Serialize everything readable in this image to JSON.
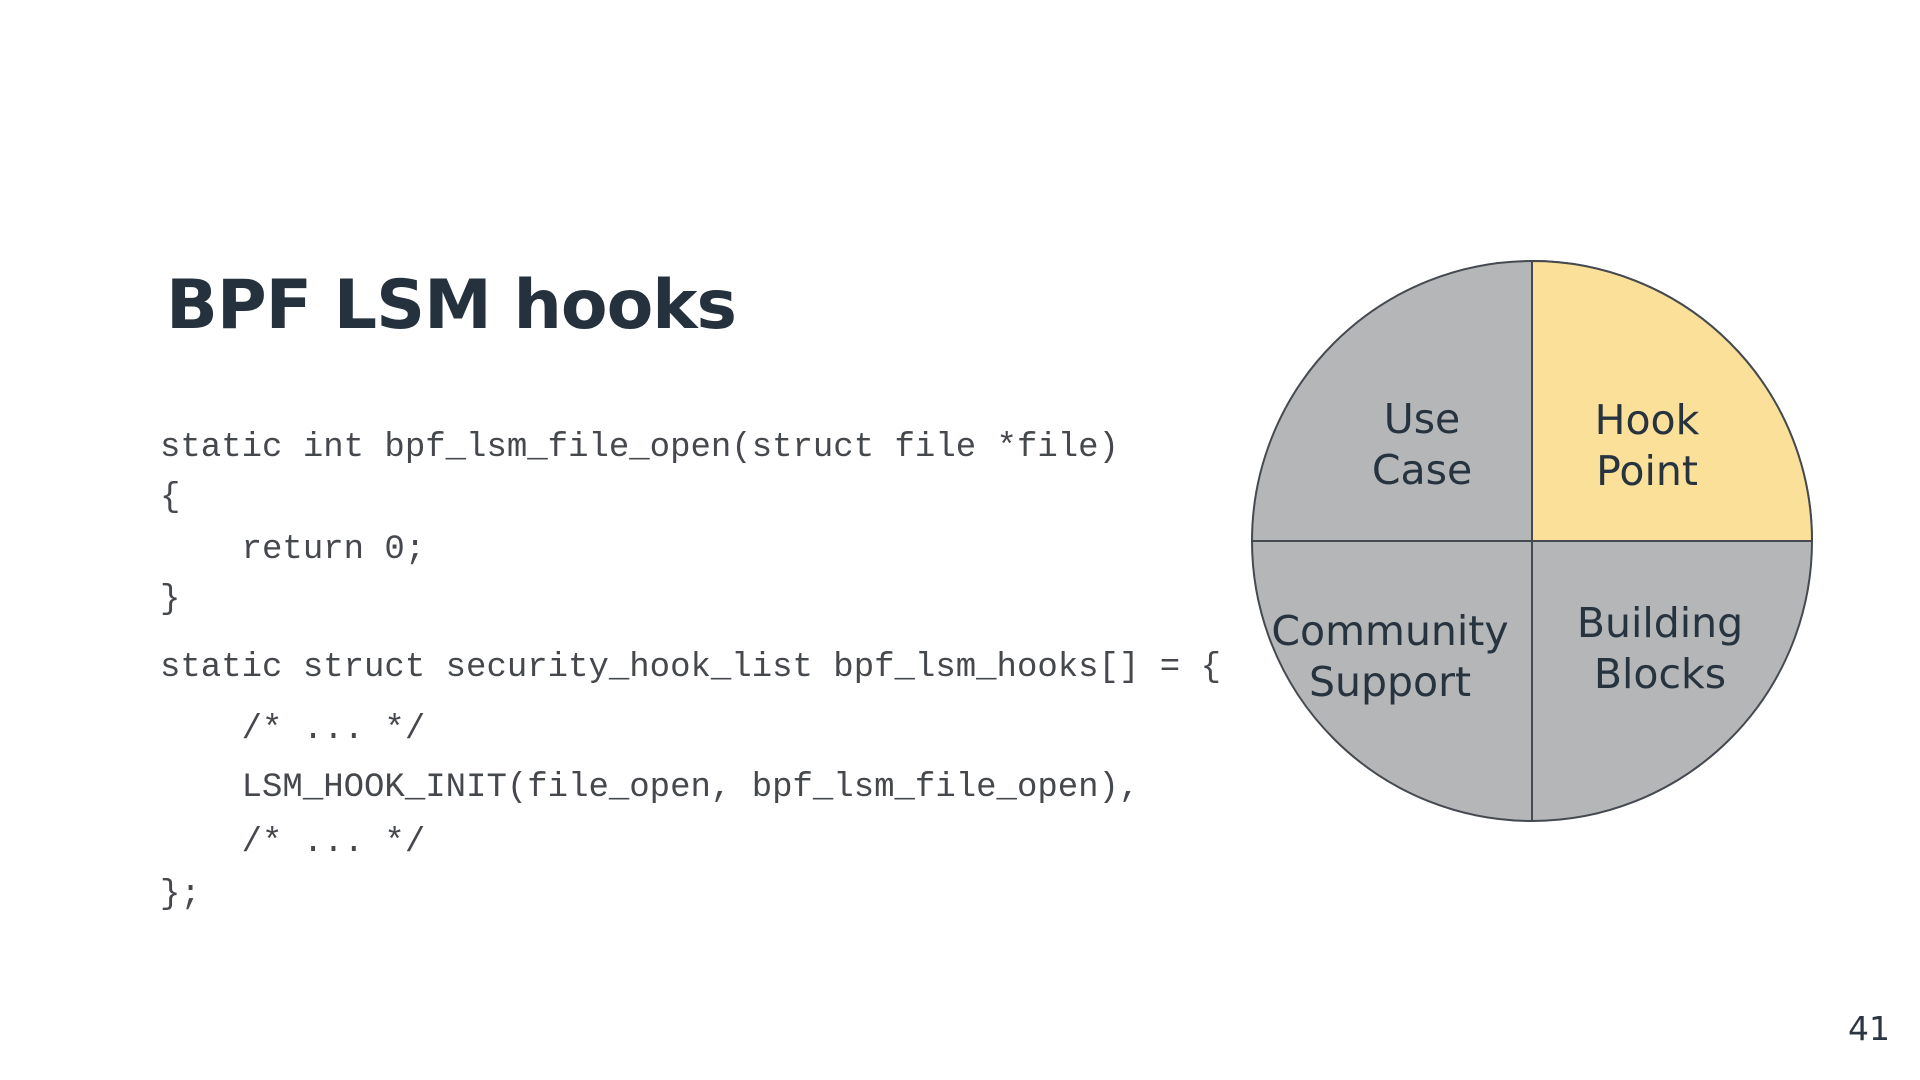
{
  "slide": {
    "title": "BPF LSM hooks",
    "page_number": "41"
  },
  "code": {
    "language": "c",
    "lines": [
      "static int bpf_lsm_file_open(struct file *file)",
      "{",
      "    return 0;",
      "}",
      "static struct security_hook_list bpf_lsm_hooks[] = {",
      "    /* ... */",
      "    LSM_HOOK_INIT(file_open, bpf_lsm_file_open),",
      "    /* ... */",
      "};"
    ]
  },
  "diagram": {
    "type": "quadrant-circle",
    "highlighted_quadrant": "Hook Point",
    "colors": {
      "gray": "#b5b6b8",
      "yellow": "#fbe09a",
      "outline": "#444a50"
    },
    "quadrants": [
      {
        "position": "top-left",
        "line1": "Use",
        "line2": "Case",
        "highlighted": false
      },
      {
        "position": "top-right",
        "line1": "Hook",
        "line2": "Point",
        "highlighted": true
      },
      {
        "position": "bottom-left",
        "line1": "Community",
        "line2": "Support",
        "highlighted": false
      },
      {
        "position": "bottom-right",
        "line1": "Building",
        "line2": "Blocks",
        "highlighted": false
      }
    ]
  }
}
